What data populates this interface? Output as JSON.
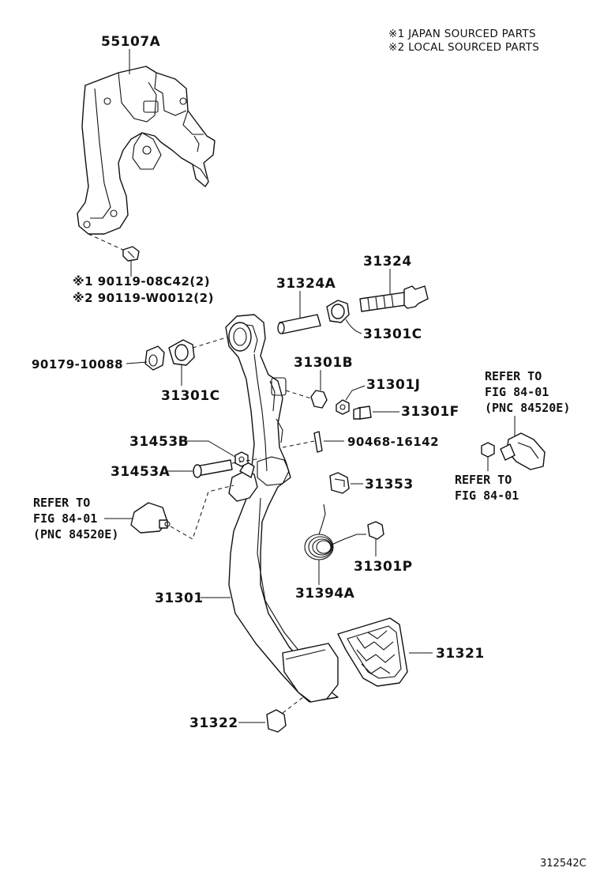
{
  "notes": {
    "line1": "※1 JAPAN SOURCED PARTS",
    "line2": "※2 LOCAL SOURCED PARTS"
  },
  "labels": {
    "p55107A": "55107A",
    "bolt_j": "※1 90119-08C42(2)",
    "bolt_l": "※2 90119-W0012(2)",
    "p31324": "31324",
    "p31324A": "31324A",
    "p31301C_top": "31301C",
    "p90179": "90179-10088",
    "p31301C_left": "31301C",
    "p31301B": "31301B",
    "p31301J": "31301J",
    "p31301F": "31301F",
    "p31453B": "31453B",
    "p90468": "90468-16142",
    "p31453A": "31453A",
    "p31353": "31353",
    "p31301P": "31301P",
    "p31394A": "31394A",
    "p31301": "31301",
    "p31321": "31321",
    "p31322": "31322"
  },
  "refs": {
    "right_top_1": "REFER TO",
    "right_top_2": "FIG 84-01",
    "right_top_3": "(PNC 84520E)",
    "right_bottom_1": "REFER TO",
    "right_bottom_2": "FIG 84-01",
    "left_1": "REFER TO",
    "left_2": "FIG 84-01",
    "left_3": "(PNC 84520E)"
  },
  "figure_code": "312542C"
}
